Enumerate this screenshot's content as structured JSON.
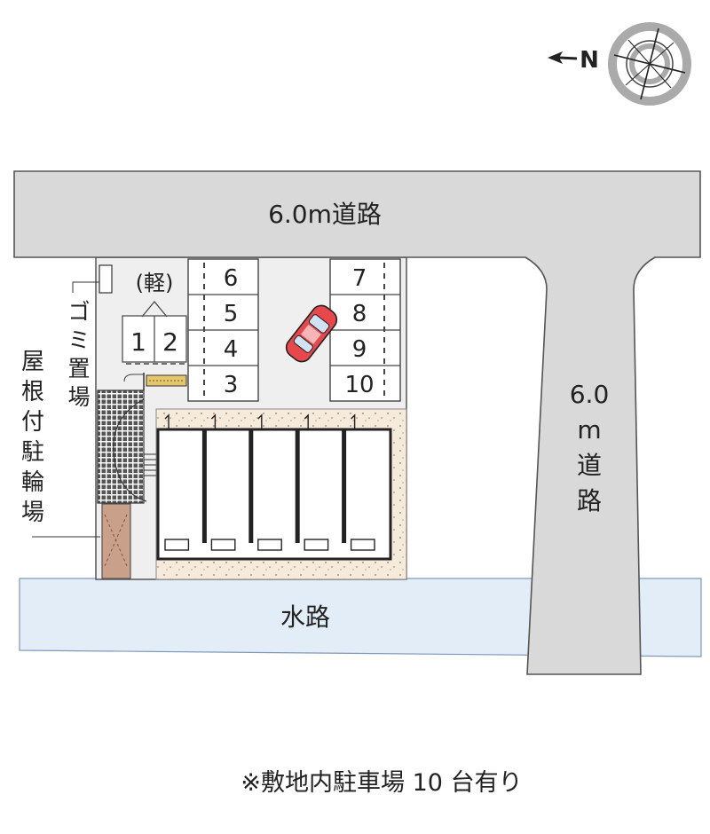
{
  "compass": {
    "north_label": "N"
  },
  "roads": {
    "top_label": "6.0m道路",
    "right_label_lines": [
      "6.0",
      "m",
      "道",
      "路"
    ],
    "water_label": "水路"
  },
  "facilities": {
    "garbage_label_lines": [
      "ゴ",
      "ミ",
      "置",
      "場"
    ],
    "bicycle_label_lines": [
      "屋",
      "根",
      "付",
      "駐",
      "輪",
      "場"
    ],
    "kei_label": "(軽)"
  },
  "parking": {
    "kei_spaces": [
      "1",
      "2"
    ],
    "left_column": [
      "6",
      "5",
      "4",
      "3"
    ],
    "right_column": [
      "7",
      "8",
      "9",
      "10"
    ]
  },
  "building": {
    "unit_count": 5
  },
  "footer": {
    "note": "※敷地内駐車場 10 台有り"
  }
}
